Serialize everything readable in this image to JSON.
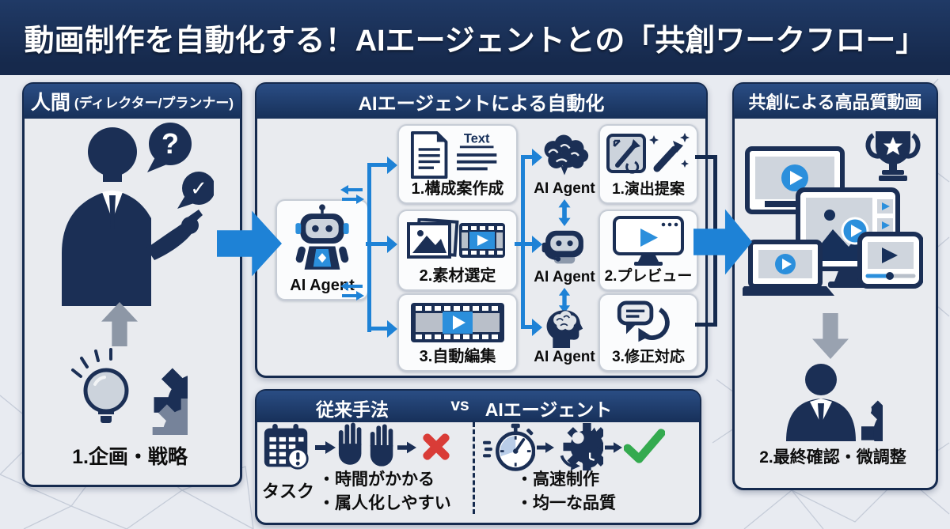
{
  "title": "動画制作を自動化する！AIエージェントとの「共創ワークフロー」",
  "colors": {
    "accent_blue": "#1e82d6",
    "navy": "#1b2f55",
    "panel_header": "#1d3a69",
    "red": "#d93c37",
    "green": "#34aa4f"
  },
  "left_panel": {
    "header_main": "人間",
    "header_sub": "(ディレクター/プランナー)",
    "question_glyph": "?",
    "check_glyph": "✓",
    "caption": "1.企画・戦略"
  },
  "middle_panel": {
    "header": "AIエージェントによる自動化",
    "agent_box_label": "AI Agent",
    "steps": [
      {
        "label": "1.構成案作成",
        "icon_caption": "Text"
      },
      {
        "label": "2.素材選定"
      },
      {
        "label": "3.自動編集"
      }
    ],
    "agents": [
      {
        "label": "AI Agent"
      },
      {
        "label": "AI Agent"
      },
      {
        "label": "AI Agent"
      }
    ],
    "outputs": [
      {
        "label": "1.演出提案"
      },
      {
        "label": "2.プレビュー"
      },
      {
        "label": "3.修正対応"
      }
    ]
  },
  "right_panel": {
    "header": "共創による高品質動画",
    "caption": "2.最終確認・微調整"
  },
  "comparison": {
    "header_left": "従来手法",
    "header_vs": "vs",
    "header_right": "AIエージェント",
    "task_label": "タスク",
    "traditional_points": [
      "・時間がかかる",
      "・属人化しやすい"
    ],
    "ai_points": [
      "・高速制作",
      "・均一な品質"
    ]
  }
}
